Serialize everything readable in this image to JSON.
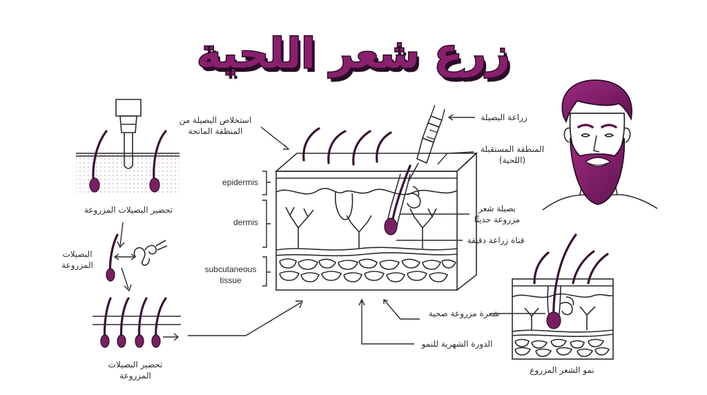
{
  "title": "زرع شعر اللحية",
  "labels": {
    "extraction": [
      "استخلاص البصيلة من",
      "المنطقة المانحة"
    ],
    "bulb_transplant": "زراعة البصيلة",
    "recipient_area": [
      "المنطقة المستقبلة",
      "(اللحية)"
    ],
    "epidermis": "epidermis",
    "dermis": "dermis",
    "subcutaneous": [
      "subcutaneous",
      "tissue"
    ],
    "new_bulb": [
      "بصيلة شعر",
      "مزروعة حديثًا"
    ],
    "micro_channel": "قناة زراعة دقيقة",
    "prep_grafts_top": "تحضير البصيلات المزروعة",
    "grafts": [
      "البصيلات",
      "المزروعة"
    ],
    "prep_grafts_bottom": [
      "تحضير البصيلات",
      "المزروعة"
    ],
    "healthy_hair": "شعرة مزروعة صحية",
    "growth_cycle": "الدورة الشهرية للنمو",
    "hair_growth": "نمو الشعر المزروع"
  },
  "colors": {
    "accent": "#8a1f6e",
    "ink": "#2a2a2a",
    "dark": "#2a0d26"
  }
}
